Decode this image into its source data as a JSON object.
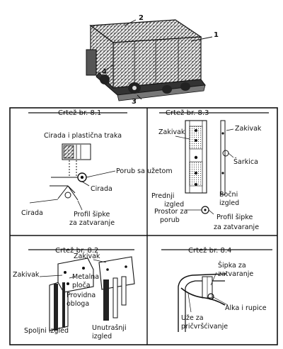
{
  "callouts": {
    "c1": "1",
    "c2": "2",
    "c3": "3",
    "c4": "4"
  },
  "fig81": {
    "title": "Crtež br. 8.1",
    "tarp_strip": "Cirada i plastična traka",
    "hem_rope": "Porub sa užetom",
    "tarp_lower": "Cirada",
    "tarp_left": "Cirada",
    "profile_rod": "Profil šipke",
    "for_closing": "za zatvaranje"
  },
  "fig83": {
    "title": "Crtež br. 8.3",
    "rivet_left": "Zakivak",
    "rivet_right": "Zakivak",
    "eyelet": "Šarkica",
    "front_view": "Prednji",
    "front_view2": "izgled",
    "side_view": "Bočni",
    "side_view2": "izgled",
    "hem_gap": "Prostor za",
    "hem_gap2": "porub",
    "profile_rod": "Profil šipke",
    "for_closing": "za zatvaranje"
  },
  "fig82": {
    "title": "Crtež br. 8.2",
    "rivet_top": "Zakivak",
    "rivet_left": "Zakivak",
    "metal_plate": "Metalna",
    "metal_plate2": "ploča",
    "transparent": "Providna",
    "transparent2": "obloga",
    "outer_view": "Spoljni izgled",
    "inner_view": "Unutrašnji",
    "inner_view2": "izgled"
  },
  "fig84": {
    "title": "Crtež br. 8.4",
    "closing_rod": "Šipka za",
    "closing_rod2": "zatvaranje",
    "ring": "Alka i rupice",
    "rope": "Uže za",
    "rope2": "pričvršćivanje"
  }
}
